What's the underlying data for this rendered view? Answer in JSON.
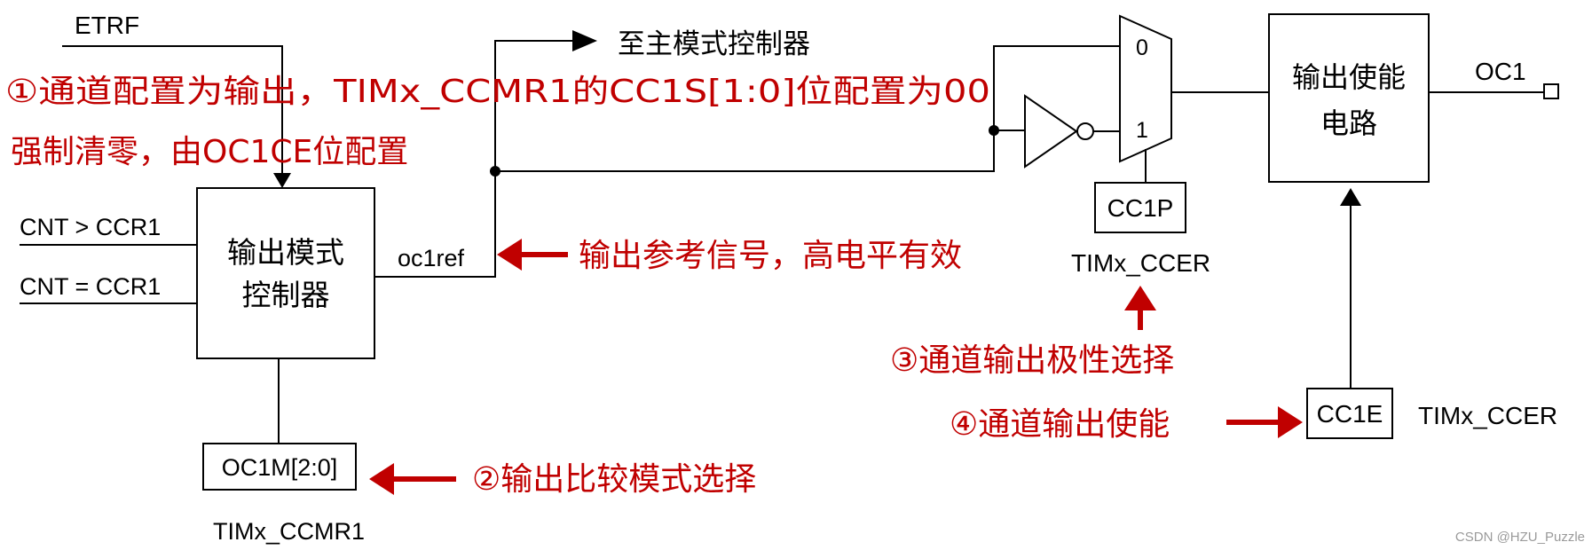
{
  "signals": {
    "etrf": "ETRF",
    "cnt_gt_ccr1": "CNT > CCR1",
    "cnt_eq_ccr1": "CNT = CCR1",
    "oc1ref": "oc1ref",
    "to_master": "至主模式控制器",
    "oc1": "OC1"
  },
  "blocks": {
    "output_mode_controller": [
      "输出模式",
      "控制器"
    ],
    "output_enable_circuit": [
      "输出使能",
      "电路"
    ],
    "oc1m": "OC1M[2:0]",
    "cc1p": "CC1P",
    "cc1e": "CC1E",
    "mux_in0": "0",
    "mux_in1": "1"
  },
  "registers": {
    "ccmr1": "TIMx_CCMR1",
    "ccer_cc1p": "TIMx_CCER",
    "ccer_cc1e": "TIMx_CCER"
  },
  "annotations": {
    "step1_line1": "①通道配置为输出，TIMx_CCMR1的CC1S[1:0]位配置为00",
    "step1_line2": "强制清零，由OC1CE位配置",
    "oc1ref_note": "输出参考信号，高电平有效",
    "step2": "②输出比较模式选择",
    "step3": "③通道输出极性选择",
    "step4": "④通道输出使能"
  },
  "watermark": "CSDN @HZU_Puzzle",
  "colors": {
    "annotation": "#c00000",
    "line": "#000000"
  }
}
